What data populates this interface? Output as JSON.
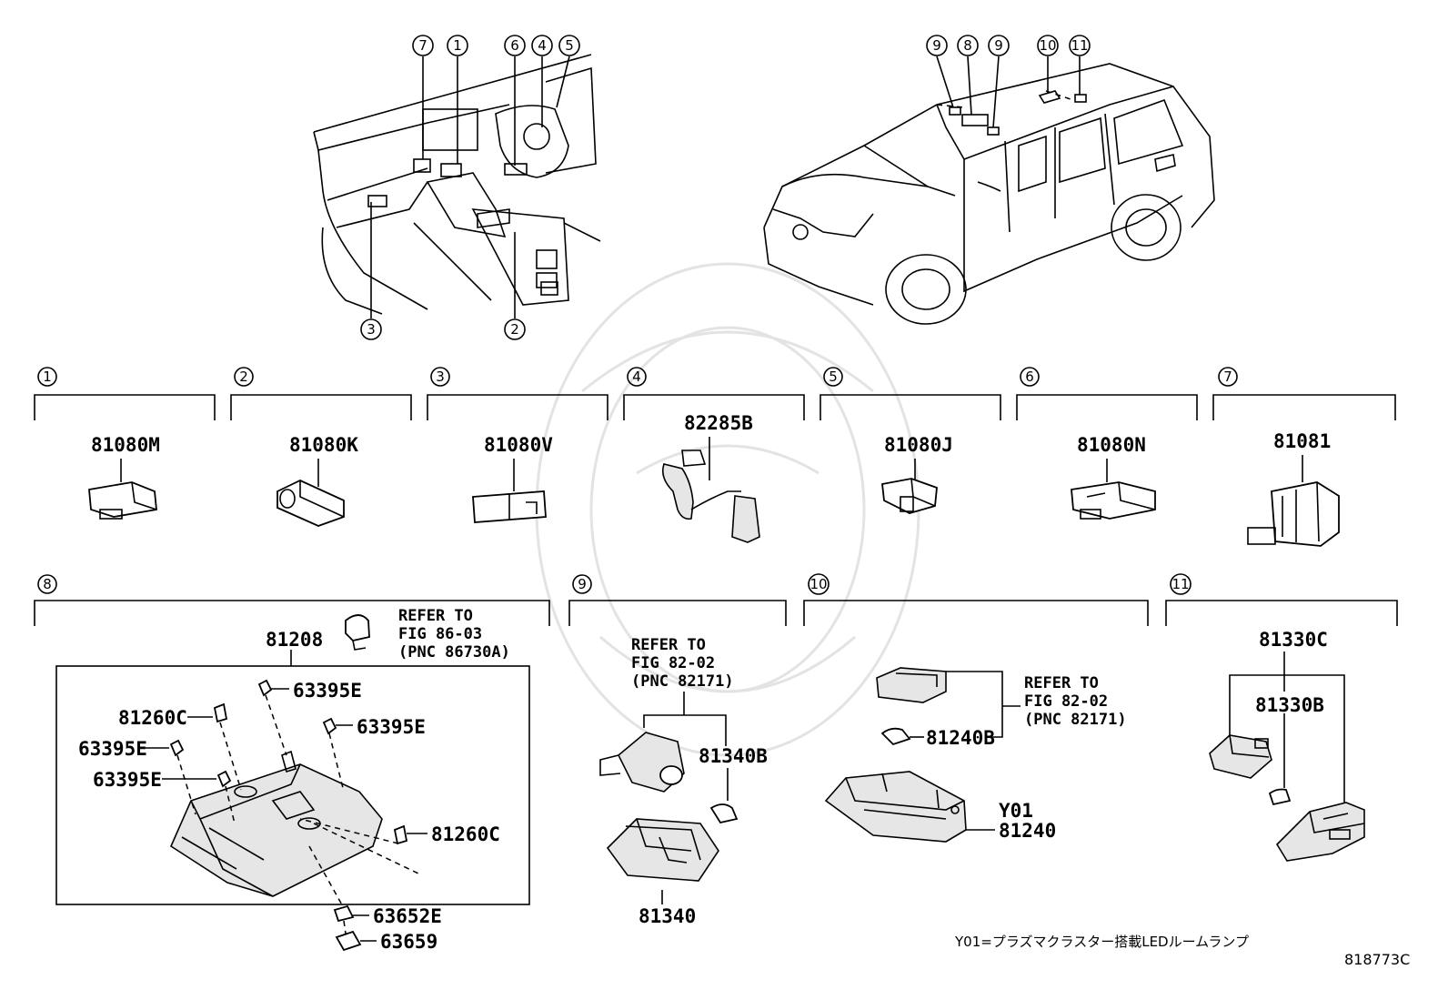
{
  "callouts": {
    "c1": "1",
    "c2": "2",
    "c3": "3",
    "c4": "4",
    "c5": "5",
    "c6": "6",
    "c7": "7",
    "c8": "8",
    "c9": "9",
    "c10": "10",
    "c11": "11"
  },
  "sections": {
    "s1": {
      "part": "81080M"
    },
    "s2": {
      "part": "81080K"
    },
    "s3": {
      "part": "81080V"
    },
    "s4": {
      "part": "82285B"
    },
    "s5": {
      "part": "81080J"
    },
    "s6": {
      "part": "81080N"
    },
    "s7": {
      "part": "81081"
    },
    "s8": {
      "assembly": "81208",
      "refer_l1": "REFER TO",
      "refer_l2": "FIG 86-03",
      "refer_l3": "(PNC 86730A)",
      "p_63395E": "63395E",
      "p_81260C": "81260C",
      "p_63652E": "63652E",
      "p_63659": "63659"
    },
    "s9": {
      "refer_l1": "REFER TO",
      "refer_l2": "FIG 82-02",
      "refer_l3": "(PNC 82171)",
      "bulb": "81340B",
      "lamp": "81340"
    },
    "s10": {
      "refer_l1": "REFER TO",
      "refer_l2": "FIG 82-02",
      "refer_l3": "(PNC 82171)",
      "bulb": "81240B",
      "variant": "Y01",
      "lamp": "81240"
    },
    "s11": {
      "assembly": "81330C",
      "bulb": "81330B"
    }
  },
  "footnote": "Y01=プラズマクラスター搭載LEDルームランプ",
  "figure_code": "818773C"
}
